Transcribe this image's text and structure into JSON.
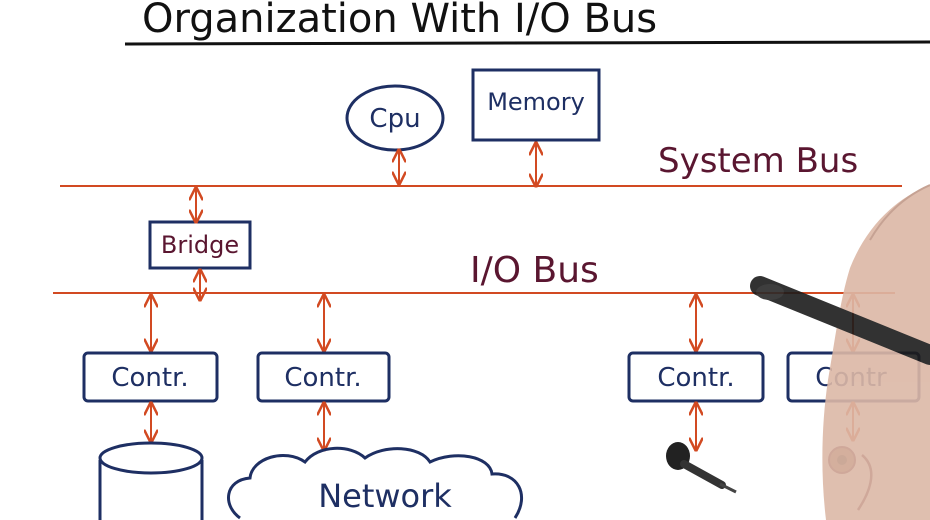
{
  "title": "Organization With I/O Bus",
  "nodes": {
    "cpu": "Cpu",
    "memory": "Memory",
    "bridge": "Bridge",
    "network": "Network",
    "controllers": [
      "Contr.",
      "Contr.",
      "Contr.",
      "Contr"
    ]
  },
  "buses": {
    "system_bus": "System Bus",
    "io_bus": "I/O Bus"
  },
  "colors": {
    "ink_blue": "#1e2f63",
    "ink_maroon": "#5a1630",
    "bus_line": "#d24a22"
  },
  "icons": {
    "disk": "disk-cylinder-icon",
    "network": "cloud-icon",
    "microphone": "microphone-icon",
    "camera": "webcam-icon"
  }
}
